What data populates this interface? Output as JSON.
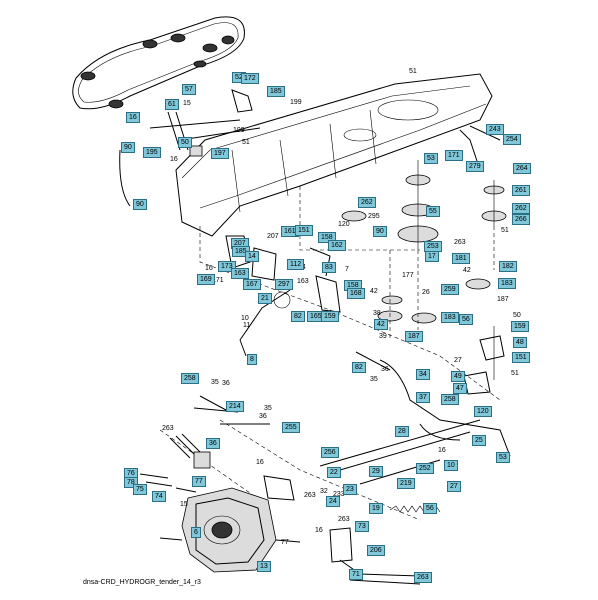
{
  "caption": "dnsa-CRD_HYDROGR_tender_14_r3",
  "callouts": [
    {
      "t": "16",
      "b": 1
    },
    {
      "t": "57",
      "b": 1
    },
    {
      "t": "61",
      "b": 1
    },
    {
      "t": "15",
      "b": 0
    },
    {
      "t": "52",
      "b": 1
    },
    {
      "t": "172",
      "b": 1
    },
    {
      "t": "185",
      "b": 1
    },
    {
      "t": "199",
      "b": 0
    },
    {
      "t": "51",
      "b": 0
    },
    {
      "t": "90",
      "b": 1
    },
    {
      "t": "195",
      "b": 1
    },
    {
      "t": "16",
      "b": 0
    },
    {
      "t": "50",
      "b": 1
    },
    {
      "t": "199",
      "b": 0
    },
    {
      "t": "197",
      "b": 1
    },
    {
      "t": "51",
      "b": 0
    },
    {
      "t": "90",
      "b": 1
    },
    {
      "t": "53",
      "b": 1
    },
    {
      "t": "243",
      "b": 1
    },
    {
      "t": "254",
      "b": 1
    },
    {
      "t": "171",
      "b": 1
    },
    {
      "t": "279",
      "b": 1
    },
    {
      "t": "264",
      "b": 1
    },
    {
      "t": "262",
      "b": 1
    },
    {
      "t": "295",
      "b": 0
    },
    {
      "t": "261",
      "b": 1
    },
    {
      "t": "262",
      "b": 1
    },
    {
      "t": "266",
      "b": 1
    },
    {
      "t": "51",
      "b": 0
    },
    {
      "t": "120",
      "b": 0
    },
    {
      "t": "90",
      "b": 1
    },
    {
      "t": "55",
      "b": 1
    },
    {
      "t": "253",
      "b": 1
    },
    {
      "t": "17",
      "b": 1
    },
    {
      "t": "263",
      "b": 0
    },
    {
      "t": "181",
      "b": 1
    },
    {
      "t": "182",
      "b": 1
    },
    {
      "t": "42",
      "b": 0
    },
    {
      "t": "183",
      "b": 1
    },
    {
      "t": "187",
      "b": 0
    },
    {
      "t": "158",
      "b": 1
    },
    {
      "t": "162",
      "b": 1
    },
    {
      "t": "161",
      "b": 1
    },
    {
      "t": "151",
      "b": 1
    },
    {
      "t": "207",
      "b": 0
    },
    {
      "t": "207",
      "b": 1
    },
    {
      "t": "185",
      "b": 1
    },
    {
      "t": "14",
      "b": 1
    },
    {
      "t": "14",
      "b": 0
    },
    {
      "t": "173",
      "b": 1
    },
    {
      "t": "163",
      "b": 1
    },
    {
      "t": "16",
      "b": 0
    },
    {
      "t": "171",
      "b": 0
    },
    {
      "t": "169",
      "b": 1
    },
    {
      "t": "167",
      "b": 1
    },
    {
      "t": "297",
      "b": 1
    },
    {
      "t": "163",
      "b": 0
    },
    {
      "t": "112",
      "b": 1
    },
    {
      "t": "83",
      "b": 1
    },
    {
      "t": "7",
      "b": 0
    },
    {
      "t": "177",
      "b": 0
    },
    {
      "t": "26",
      "b": 0
    },
    {
      "t": "42",
      "b": 0
    },
    {
      "t": "259",
      "b": 1
    },
    {
      "t": "38",
      "b": 0
    },
    {
      "t": "183",
      "b": 1
    },
    {
      "t": "42",
      "b": 1
    },
    {
      "t": "187",
      "b": 1
    },
    {
      "t": "39",
      "b": 0
    },
    {
      "t": "158",
      "b": 1
    },
    {
      "t": "168",
      "b": 1
    },
    {
      "t": "21",
      "b": 1
    },
    {
      "t": "82",
      "b": 1
    },
    {
      "t": "165",
      "b": 1
    },
    {
      "t": "159",
      "b": 1
    },
    {
      "t": "10",
      "b": 0
    },
    {
      "t": "11",
      "b": 0
    },
    {
      "t": "8",
      "b": 1
    },
    {
      "t": "56",
      "b": 1
    },
    {
      "t": "50",
      "b": 0
    },
    {
      "t": "159",
      "b": 1
    },
    {
      "t": "48",
      "b": 1
    },
    {
      "t": "27",
      "b": 0
    },
    {
      "t": "151",
      "b": 1
    },
    {
      "t": "49",
      "b": 1
    },
    {
      "t": "47",
      "b": 1
    },
    {
      "t": "51",
      "b": 0
    },
    {
      "t": "82",
      "b": 1
    },
    {
      "t": "35",
      "b": 0
    },
    {
      "t": "36",
      "b": 0
    },
    {
      "t": "34",
      "b": 1
    },
    {
      "t": "37",
      "b": 1
    },
    {
      "t": "258",
      "b": 1
    },
    {
      "t": "120",
      "b": 1
    },
    {
      "t": "28",
      "b": 1
    },
    {
      "t": "25",
      "b": 1
    },
    {
      "t": "258",
      "b": 1
    },
    {
      "t": "35",
      "b": 0
    },
    {
      "t": "36",
      "b": 0
    },
    {
      "t": "214",
      "b": 1
    },
    {
      "t": "35",
      "b": 0
    },
    {
      "t": "36",
      "b": 0
    },
    {
      "t": "255",
      "b": 1
    },
    {
      "t": "263",
      "b": 0
    },
    {
      "t": "36",
      "b": 1
    },
    {
      "t": "256",
      "b": 1
    },
    {
      "t": "22",
      "b": 1
    },
    {
      "t": "29",
      "b": 1
    },
    {
      "t": "252",
      "b": 1
    },
    {
      "t": "16",
      "b": 0
    },
    {
      "t": "10",
      "b": 1
    },
    {
      "t": "53",
      "b": 1
    },
    {
      "t": "219",
      "b": 1
    },
    {
      "t": "27",
      "b": 1
    },
    {
      "t": "76",
      "b": 1
    },
    {
      "t": "78",
      "b": 1
    },
    {
      "t": "75",
      "b": 1
    },
    {
      "t": "74",
      "b": 1
    },
    {
      "t": "77",
      "b": 1
    },
    {
      "t": "16",
      "b": 0
    },
    {
      "t": "263",
      "b": 0
    },
    {
      "t": "32",
      "b": 0
    },
    {
      "t": "233",
      "b": 0
    },
    {
      "t": "23",
      "b": 1
    },
    {
      "t": "24",
      "b": 1
    },
    {
      "t": "19",
      "b": 1
    },
    {
      "t": "56",
      "b": 1
    },
    {
      "t": "15",
      "b": 0
    },
    {
      "t": "6",
      "b": 1
    },
    {
      "t": "263",
      "b": 0
    },
    {
      "t": "73",
      "b": 1
    },
    {
      "t": "16",
      "b": 0
    },
    {
      "t": "77",
      "b": 0
    },
    {
      "t": "206",
      "b": 1
    },
    {
      "t": "13",
      "b": 1
    },
    {
      "t": "71",
      "b": 1
    },
    {
      "t": "263",
      "b": 1
    }
  ]
}
